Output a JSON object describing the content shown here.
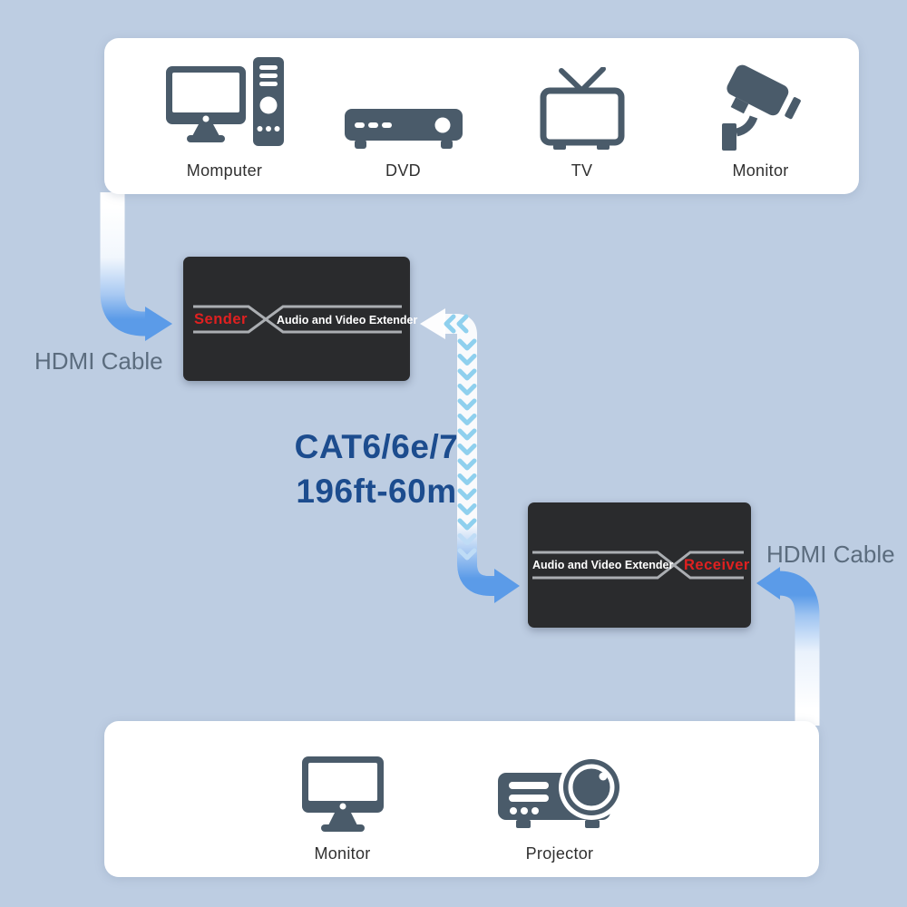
{
  "colors": {
    "background": "#BDCDE2",
    "panel": "#FFFFFF",
    "device_icon": "#4A5B6A",
    "extender_box": "#2A2B2D",
    "box_line": "#ABAEB2",
    "role_red": "#E02020",
    "product_white": "#FFFFFF",
    "cable_blue": "#5B9BE8",
    "chevron_light": "#8FD0EE",
    "chevron_on_blue": "#BFDCF6",
    "cat_text": "#1C4C8E",
    "hdmi_label": "#5B6C7E",
    "device_label": "#303030"
  },
  "top_panel": {
    "devices": [
      {
        "label": "Momputer",
        "icon": "computer-icon"
      },
      {
        "label": "DVD",
        "icon": "dvd-player-icon"
      },
      {
        "label": "TV",
        "icon": "tv-icon"
      },
      {
        "label": "Monitor",
        "icon": "cctv-camera-icon"
      }
    ]
  },
  "bottom_panel": {
    "devices": [
      {
        "label": "Monitor",
        "icon": "monitor-icon"
      },
      {
        "label": "Projector",
        "icon": "projector-icon"
      }
    ]
  },
  "sender_box": {
    "role_label": "Sender",
    "product_label": "Audio and Video Extender"
  },
  "receiver_box": {
    "role_label": "Receiver",
    "product_label": "Audio and Video Extender"
  },
  "labels": {
    "hdmi_cable_left": "HDMI Cable",
    "hdmi_cable_right": "HDMI Cable",
    "cat_cable_line1": "CAT6/6e/7",
    "cat_cable_line2": "196ft-60m"
  }
}
